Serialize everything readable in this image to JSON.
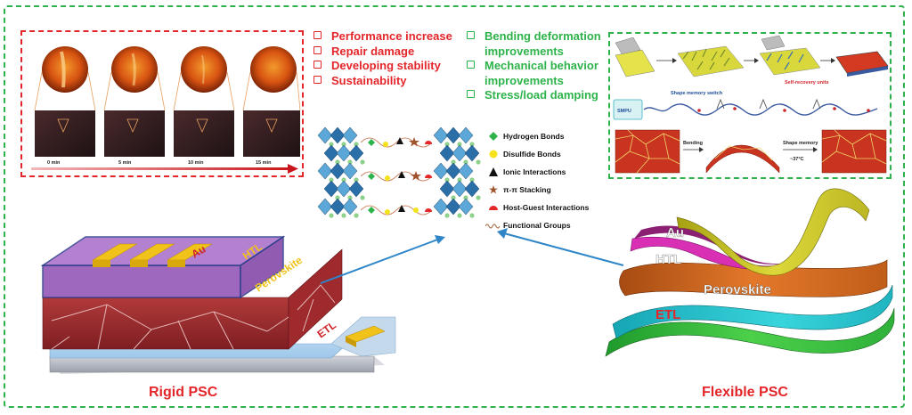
{
  "left_list": {
    "items": [
      "Performance increase",
      "Repair damage",
      "Developing stability",
      "Sustainability"
    ],
    "color": "#e4262a"
  },
  "right_list": {
    "items": [
      "Bending deformation improvements",
      "Mechanical behavior improvements",
      "Stress/load damping"
    ],
    "color": "#2db34a"
  },
  "time_panel": {
    "labels": [
      "0 min",
      "5 min",
      "10 min",
      "15 min"
    ]
  },
  "legend": {
    "items": [
      {
        "label": "Hydrogen Bonds",
        "icon": "green-diamond-icon"
      },
      {
        "label": "Disulfide Bonds",
        "icon": "yellow-circle-icon"
      },
      {
        "label": "Ionic Interactions",
        "icon": "black-triangle-icon"
      },
      {
        "label": "π-π Stacking",
        "icon": "brown-star-icon"
      },
      {
        "label": "Host-Guest Interactions",
        "icon": "red-half-circle-icon"
      },
      {
        "label": "Functional Groups",
        "icon": "wavy-line-icon"
      }
    ]
  },
  "rigid": {
    "caption": "Rigid PSC",
    "layers": {
      "au": "Au",
      "htl": "HTL",
      "perovskite": "Perovskite",
      "etl": "ETL"
    }
  },
  "flexible": {
    "caption": "Flexible PSC",
    "layers": {
      "au": "Au",
      "htl": "HTL",
      "perovskite": "Perovskite",
      "etl": "ETL"
    }
  },
  "process_panel": {
    "labels": [
      "Shape memory switch",
      "Self-recovery units",
      "SMPU",
      "Bending",
      "Shape memory",
      "~37°C"
    ]
  },
  "colors": {
    "accent_red": "#e4262a",
    "accent_green": "#2db34a",
    "arrow_blue": "#2e86c9"
  }
}
